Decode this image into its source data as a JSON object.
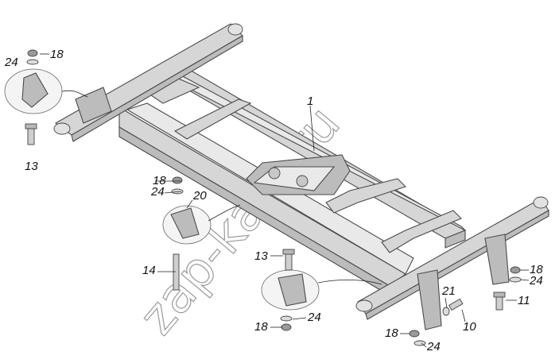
{
  "watermark": "zap-kam.ru",
  "callouts": [
    "1",
    "10",
    "11",
    "13",
    "13",
    "14",
    "18",
    "18",
    "18",
    "18",
    "18",
    "20",
    "21",
    "24",
    "24",
    "24",
    "24",
    "24"
  ],
  "colors": {
    "frame": "#d6d6d6",
    "outline": "#4a4a4a",
    "text": "#111111",
    "watermark": "#9a9a9a"
  }
}
